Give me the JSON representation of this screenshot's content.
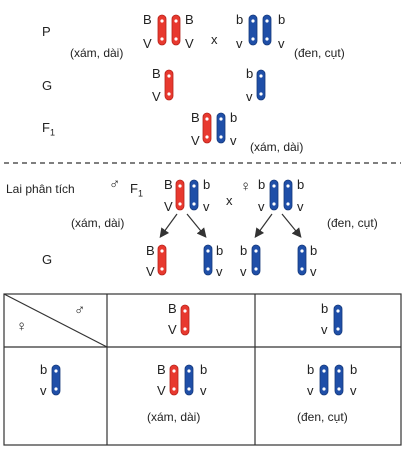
{
  "colors": {
    "red": "#e8392f",
    "blue": "#1f4fa8",
    "red_dark": "#b8231b",
    "blue_dark": "#163a7c"
  },
  "rows": {
    "p": "P",
    "g": "G",
    "f1": "F",
    "f1_sub": "1",
    "cross": "Lai phân tích",
    "g2": "G"
  },
  "alleles": {
    "B": "B",
    "V": "V",
    "b": "b",
    "v": "v"
  },
  "x": "x",
  "phenotypes": {
    "grey_long": "(xám, dài)",
    "black_vestigial": "(đen, cụt)"
  },
  "symbols": {
    "male": "♂",
    "female": "♀",
    "male_f1": "F",
    "male_f1_sub": "1"
  },
  "icons": [
    "male-symbol-icon",
    "female-symbol-icon",
    "chromosome-icon",
    "arrow-icon"
  ]
}
